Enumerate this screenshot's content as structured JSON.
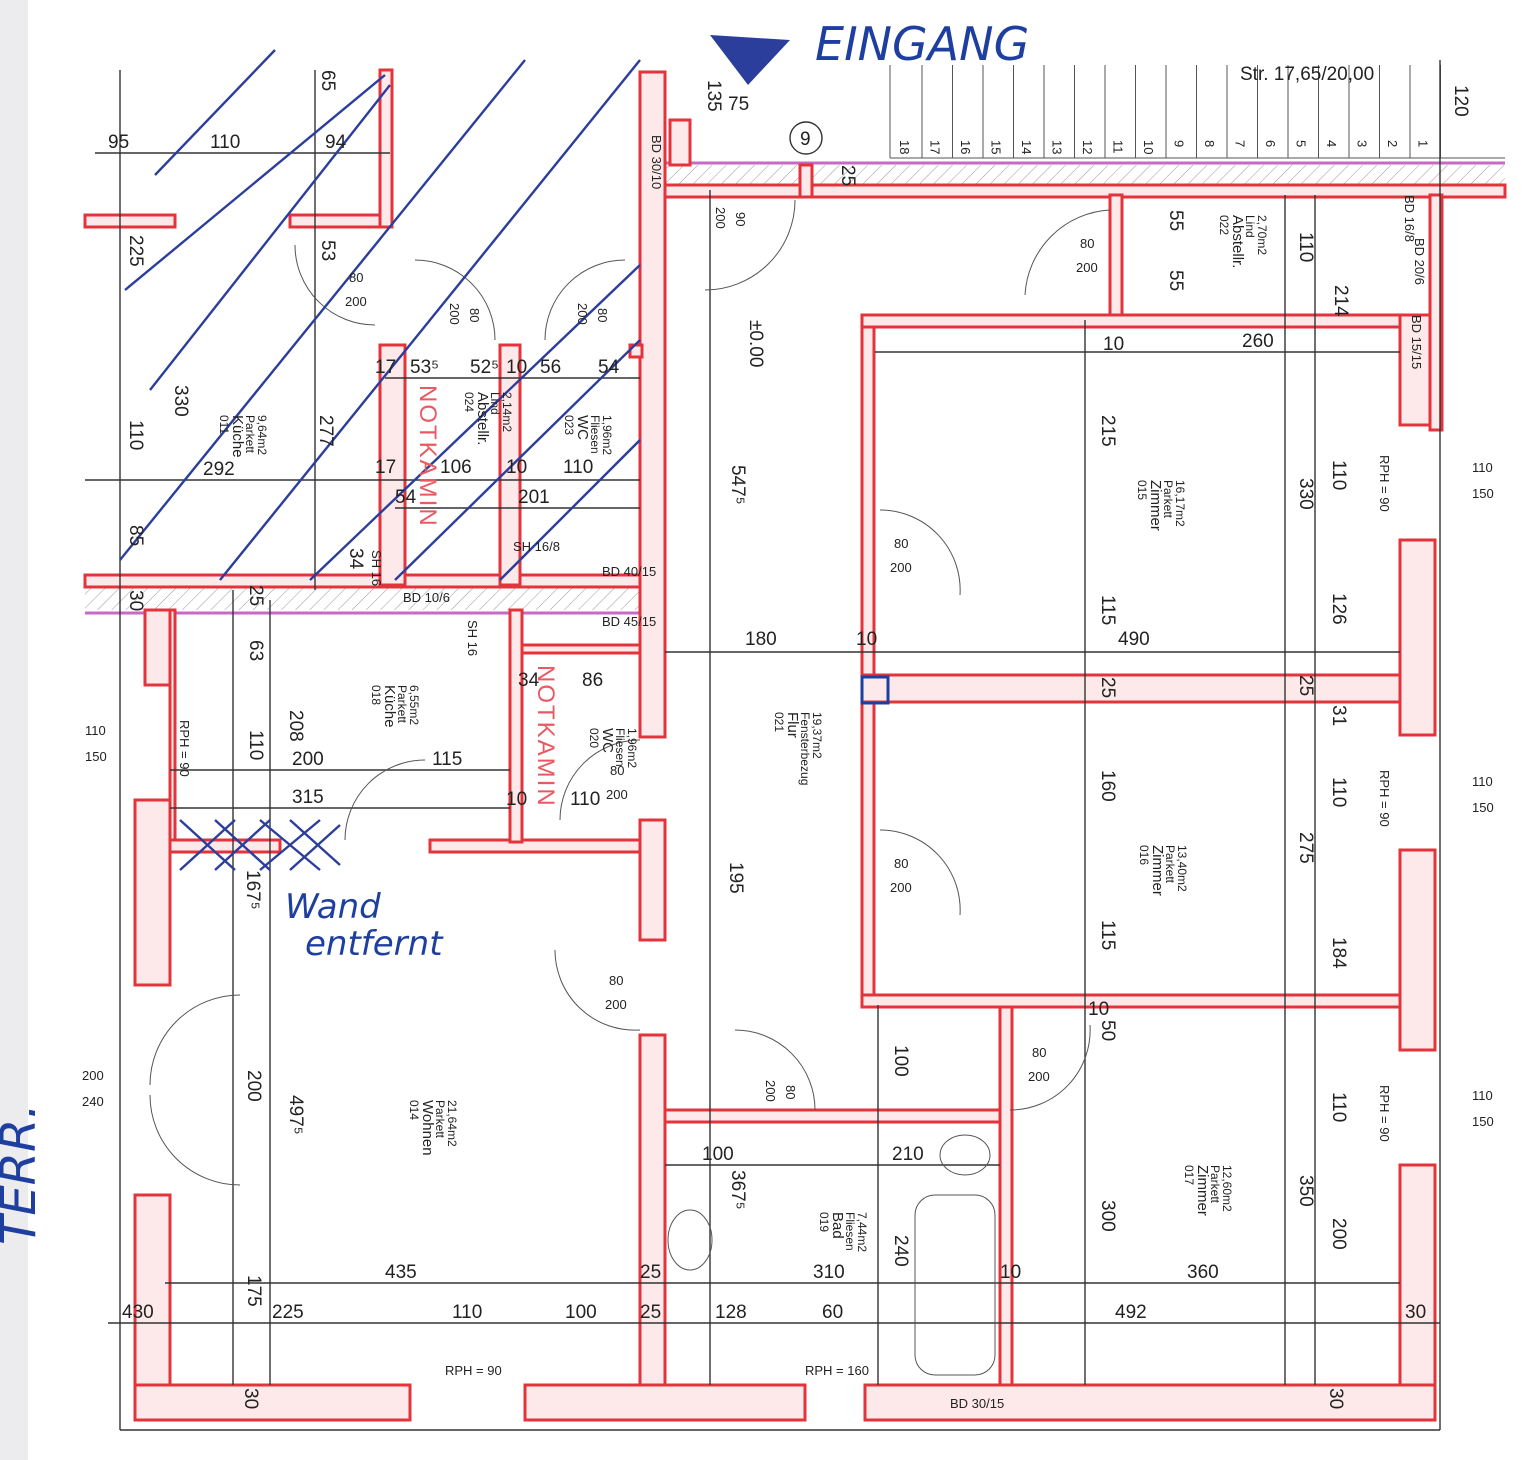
{
  "annotations": {
    "entrance": "EINGANG",
    "wall_removed_line1": "Wand",
    "wall_removed_line2": "entfernt",
    "terrace": "TERR.",
    "chimney": "NOTKAMIN",
    "level": "±0.00",
    "stair_ratio": "Str. 17,65/20,00",
    "stair_no": "9"
  },
  "rooms": [
    {
      "no": "011",
      "name": "Küche",
      "floor": "Parkett",
      "area": "9,64m2"
    },
    {
      "no": "024",
      "name": "Abstellr.",
      "floor": "Lind",
      "area": "2,14m2"
    },
    {
      "no": "023",
      "name": "WC",
      "floor": "Fliesen",
      "area": "1,96m2"
    },
    {
      "no": "022",
      "name": "Abstellr.",
      "floor": "Lind",
      "area": "2,70m2"
    },
    {
      "no": "015",
      "name": "Zimmer",
      "floor": "Parkett",
      "area": "16,17m2"
    },
    {
      "no": "018",
      "name": "Küche",
      "floor": "Parkett",
      "area": "6,55m2"
    },
    {
      "no": "020",
      "name": "WC",
      "floor": "Fliesen",
      "area": "1,96m2"
    },
    {
      "no": "021",
      "name": "Flur",
      "floor": "Fensterbezug",
      "area": "19,37m2"
    },
    {
      "no": "016",
      "name": "Zimmer",
      "floor": "Parkett",
      "area": "13,40m2"
    },
    {
      "no": "014",
      "name": "Wohnen",
      "floor": "Parkett",
      "area": "21,64m2"
    },
    {
      "no": "019",
      "name": "Bad",
      "floor": "Fliesen",
      "area": "7,44m2"
    },
    {
      "no": "017",
      "name": "Zimmer",
      "floor": "Parkett",
      "area": "12,60m2"
    }
  ],
  "dimensions": [
    "95",
    "110",
    "94",
    "65",
    "135",
    "75",
    "225",
    "53",
    "330",
    "110",
    "277",
    "292",
    "85",
    "53⁵",
    "52⁵",
    "10",
    "56",
    "54",
    "17",
    "106",
    "17",
    "10",
    "110",
    "54",
    "201",
    "34",
    "30",
    "25",
    "63",
    "208",
    "110",
    "200",
    "115",
    "315",
    "34",
    "86",
    "10",
    "110",
    "167⁵",
    "497⁵",
    "200",
    "175",
    "435",
    "430",
    "225",
    "110",
    "100",
    "25",
    "25",
    "128",
    "60",
    "492",
    "30",
    "310",
    "360",
    "100",
    "210",
    "367⁵",
    "240",
    "100",
    "195",
    "547⁵",
    "180",
    "490",
    "10",
    "215",
    "115",
    "160",
    "115",
    "25",
    "300",
    "50",
    "10",
    "10",
    "260",
    "55",
    "55",
    "110",
    "214",
    "110",
    "330",
    "126",
    "25",
    "31",
    "110",
    "275",
    "184",
    "110",
    "350",
    "200",
    "10",
    "120",
    "25",
    "30",
    "30"
  ],
  "doors": [
    {
      "w": "80",
      "h": "200"
    },
    {
      "w": "80",
      "h": "200"
    },
    {
      "w": "80",
      "h": "200"
    },
    {
      "w": "90",
      "h": "200"
    },
    {
      "w": "80",
      "h": "200"
    },
    {
      "w": "80",
      "h": "200"
    },
    {
      "w": "80",
      "h": "200"
    },
    {
      "w": "80",
      "h": "200"
    },
    {
      "w": "80",
      "h": "200"
    },
    {
      "w": "80",
      "h": "200"
    },
    {
      "w": "80",
      "h": "200"
    }
  ],
  "windows": [
    {
      "w": "110",
      "h": "150"
    },
    {
      "w": "110",
      "h": "150"
    },
    {
      "w": "110",
      "h": "150"
    },
    {
      "w": "110",
      "h": "150"
    },
    {
      "w": "200",
      "h": "240"
    }
  ],
  "labels": [
    "RPH = 90",
    "RPH = 90",
    "RPH = 90",
    "RPH = 90",
    "RPH = 90",
    "RPH = 160",
    "BD 10/6",
    "BD 40/15",
    "BD 45/15",
    "BD 30/15",
    "BD 30/10",
    "BD 16/8",
    "BD 20/6",
    "BD 15/15",
    "SH 16",
    "SH 16/8",
    "SH 16"
  ],
  "stairs": [
    "18",
    "17",
    "16",
    "15",
    "14",
    "13",
    "12",
    "11",
    "10",
    "9",
    "8",
    "7",
    "6",
    "5",
    "4",
    "3",
    "2",
    "1"
  ]
}
